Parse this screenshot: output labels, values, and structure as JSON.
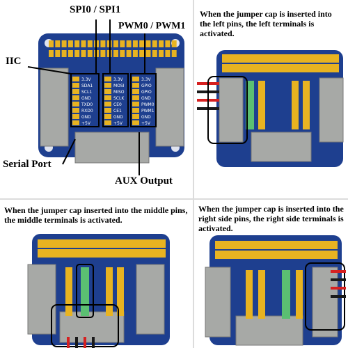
{
  "labels": {
    "spi": "SPI0 / SPI1",
    "pwm": "PWM0 / PWM1",
    "iic": "IIC",
    "serial": "Serial Port",
    "aux": "AUX Output"
  },
  "captions": {
    "left": "When the jumper cap is inserted into the left pins, the left terminals is activated.",
    "middle": "When the jumper cap inserted into the middle pins, the middle terminals is activated.",
    "right": "When the jumper cap is inserted into the right side pins, the right side terminals is activated."
  },
  "pin_labels": [
    "3.3V",
    "SDA1",
    "SCL1",
    "GND",
    "TXD0",
    "RXD0",
    "GND",
    "+5V"
  ],
  "pin_labels_mid": [
    "3.3V",
    "MOSI",
    "MISO",
    "SCLK",
    "CE0",
    "CE1",
    "GND",
    "+5V"
  ],
  "pin_labels_right": [
    "3.3V",
    "GPIO",
    "GPIO",
    "GND",
    "PWM0",
    "PWM1",
    "GND",
    "+5V"
  ],
  "colors": {
    "board": "#1e3f8f",
    "header": "#e8b321",
    "terminal": "#a7a9a6",
    "jumper": "#5bbf72",
    "wire_red": "#d62020",
    "wire_black": "#1a1a1a"
  }
}
